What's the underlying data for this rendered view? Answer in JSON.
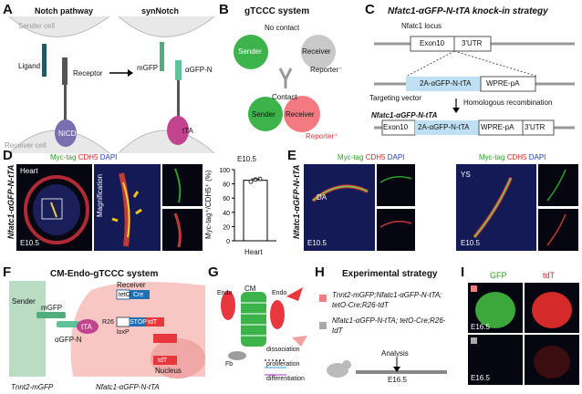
{
  "panels": {
    "A": {
      "letter": "A",
      "left_title": "Notch pathway",
      "right_title": "synNotch",
      "sender": "Sender cell",
      "receiver": "Receiver cell",
      "ligand": "Ligand",
      "receptor": "Receptor",
      "nicd": "NICD",
      "mgfp": "mGFP",
      "agfpn": "αGFP-N",
      "tta": "tTA"
    },
    "B": {
      "letter": "B",
      "title": "gTCCC system",
      "no_contact": "No contact",
      "contact": "Contact",
      "sender": "Sender",
      "receiver": "Receiver",
      "reporter_minus": "Reporter⁻",
      "reporter_plus": "Reporter⁺"
    },
    "C": {
      "letter": "C",
      "title": "Nfatc1-αGFP-N-tTA knock-in strategy",
      "locus": "Nfatc1 locus",
      "exon": "Exon10",
      "utr": "3'UTR",
      "cassette": "2A-αGFP-N-tTA",
      "wpre": "WPRE-pA",
      "targeting": "Targeting vector",
      "hr": "Homologous recombination",
      "allele": "Nfatc1-αGFP-N-tTA",
      "exon2": "Exon10",
      "cassette2": "2A-αGFP-N-tTA",
      "wpre2": "WPRE-pA",
      "utr2": "3'UTR"
    },
    "D": {
      "letter": "D",
      "myc": "Myc-tag",
      "cdh5": "CDH5",
      "dapi": "DAPI",
      "heart": "Heart",
      "magnification": "Magnification",
      "stage": "E10.5",
      "genotype": "Nfatc1-αGFP-N-tTA",
      "bar_title": "E10.5",
      "bar_ylabel": "Myc-tag⁺/CDH5⁺ (%)",
      "bar_xlabel": "Heart",
      "ticks": [
        "0",
        "20",
        "40",
        "60",
        "80",
        "100"
      ]
    },
    "E": {
      "letter": "E",
      "myc": "Myc-tag",
      "cdh5": "CDH5",
      "dapi": "DAPI",
      "genotype": "Nfatc1-αGFP-N-tTA",
      "da": "DA",
      "ys": "YS",
      "stage1": "E10.5",
      "stage2": "E10.5"
    },
    "F": {
      "letter": "F",
      "title": "CM-Endo-gTCCC system",
      "sender": "Sender",
      "receiver": "Receiver",
      "mgfp": "mGFP",
      "agfpn": "αGFP-N",
      "tta": "tTA",
      "teto": "tetO",
      "cre": "Cre",
      "r26": "R26",
      "stop": "STOP",
      "loxp": "loxP",
      "tdt": "tdT",
      "tdt2": "tdT",
      "nucleus": "Nucleus",
      "sender_geno": "Tnnt2-mGFP",
      "receiver_geno": "Nfatc1-αGFP-N-tTA"
    },
    "G": {
      "letter": "G",
      "endo1": "Endo",
      "endo2": "Endo",
      "cm": "CM",
      "fb": "Fb",
      "dissociation": "dissociation",
      "proliferation": "proliferation",
      "differentiation": "differentiation"
    },
    "H": {
      "letter": "H",
      "title": "Experimental strategy",
      "geno1": "Tnnt2-mGFP;Nfatc1-αGFP-N-tTA; tetO-Cre;R26-tdT",
      "geno2": "Nfatc1-αGFP-N-tTA; tetO-Cre;R26-tdT",
      "analysis": "Analysis",
      "stage": "E16.5"
    },
    "I": {
      "letter": "I",
      "gfp": "GFP",
      "tdt": "tdT",
      "stage1": "E16.5",
      "stage2": "E16.5"
    }
  },
  "chart_data": {
    "type": "bar",
    "title": "E10.5",
    "categories": [
      "Heart"
    ],
    "values": [
      85
    ],
    "points": [
      83,
      86,
      87
    ],
    "xlabel": "Heart",
    "ylabel": "Myc-tag⁺/CDH5⁺ (%)",
    "ylim": [
      0,
      100
    ],
    "yticks": [
      0,
      20,
      40,
      60,
      80,
      100
    ]
  },
  "colors": {
    "gfp": "#3cb44b",
    "tdt": "#e8383d",
    "nicd": "#7a6fb0",
    "tta": "#c2448e",
    "sender_cell": "#b9dcc2",
    "receiver_cell": "#f8c7c4",
    "cassette": "#bfe0f2"
  }
}
